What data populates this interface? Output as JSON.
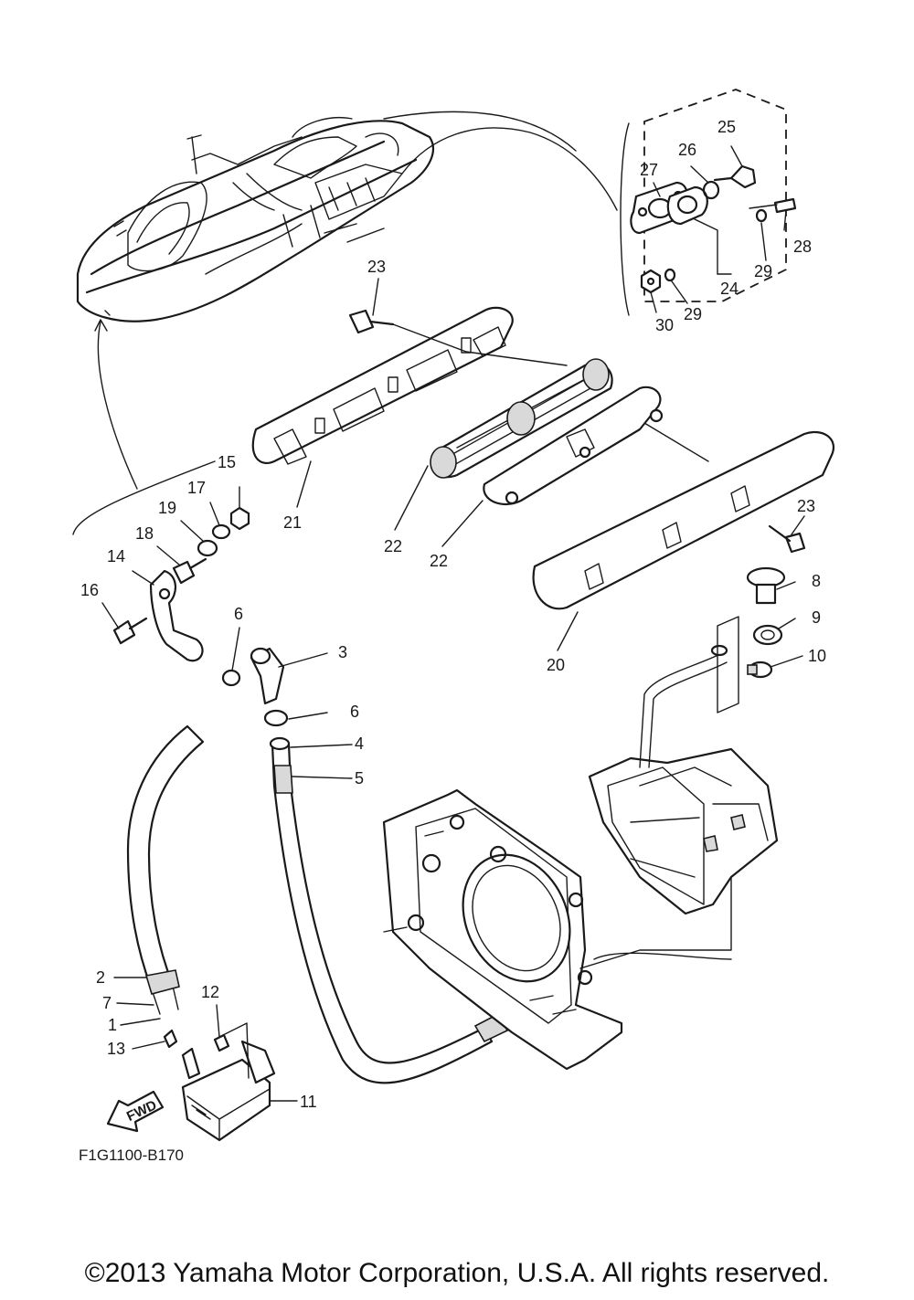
{
  "diagram": {
    "code": "F1G1100-B170",
    "fwd_label": "FWD",
    "labels": {
      "p1": "1",
      "p2": "2",
      "p3": "3",
      "p4": "4",
      "p5": "5",
      "p6a": "6",
      "p6b": "6",
      "p7": "7",
      "p8": "8",
      "p9": "9",
      "p10": "10",
      "p11": "11",
      "p12": "12",
      "p13": "13",
      "p14": "14",
      "p15": "15",
      "p16": "16",
      "p17": "17",
      "p18": "18",
      "p19": "19",
      "p20": "20",
      "p21": "21",
      "p22a": "22",
      "p22b": "22",
      "p23a": "23",
      "p23b": "23",
      "p24": "24",
      "p25": "25",
      "p26": "26",
      "p27": "27",
      "p28": "28",
      "p29a": "29",
      "p29b": "29",
      "p30": "30"
    }
  },
  "footer": {
    "copyright": "©2013 Yamaha Motor Corporation, U.S.A. All rights reserved."
  }
}
